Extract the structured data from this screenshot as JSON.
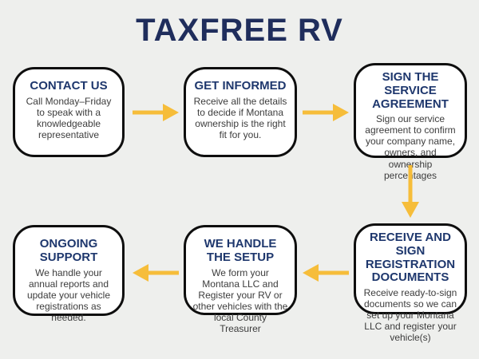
{
  "title": "TAXFREE RV",
  "colors": {
    "background": "#EEEFED",
    "box_background": "#FFFFFF",
    "box_border": "#0E0E0E",
    "title_text": "#1F2D5C",
    "heading_text": "#1E376D",
    "body_text": "#3C3C3C",
    "arrow": "#F6BD3A"
  },
  "steps": [
    {
      "id": "contact-us",
      "heading": "CONTACT US",
      "body": "Call Monday–Friday to speak with a knowledgeable representative"
    },
    {
      "id": "get-informed",
      "heading": "GET INFORMED",
      "body": "Receive all the details to decide if Montana ownership is the right fit for you."
    },
    {
      "id": "sign-the-service-agreement",
      "heading": "SIGN THE SERVICE AGREEMENT",
      "body": "Sign our service agreement to confirm your company name, owners, and ownership percentages"
    },
    {
      "id": "receive-and-sign-registration-documents",
      "heading": "RECEIVE AND SIGN REGISTRATION DOCUMENTS",
      "body": "Receive ready-to-sign documents so we can set up your Montana LLC and register your vehicle(s)"
    },
    {
      "id": "we-handle-the-setup",
      "heading": "WE HANDLE THE SETUP",
      "body": "We form your Montana LLC and Register your RV or other vehicles with the local County Treasurer"
    },
    {
      "id": "ongoing-support",
      "heading": "ONGOING SUPPORT",
      "body": "We handle your annual reports and update your vehicle registrations as needed."
    }
  ],
  "flow": {
    "type": "flowchart",
    "order": [
      "contact-us",
      "get-informed",
      "sign-the-service-agreement",
      "receive-and-sign-registration-documents",
      "we-handle-the-setup",
      "ongoing-support"
    ]
  }
}
